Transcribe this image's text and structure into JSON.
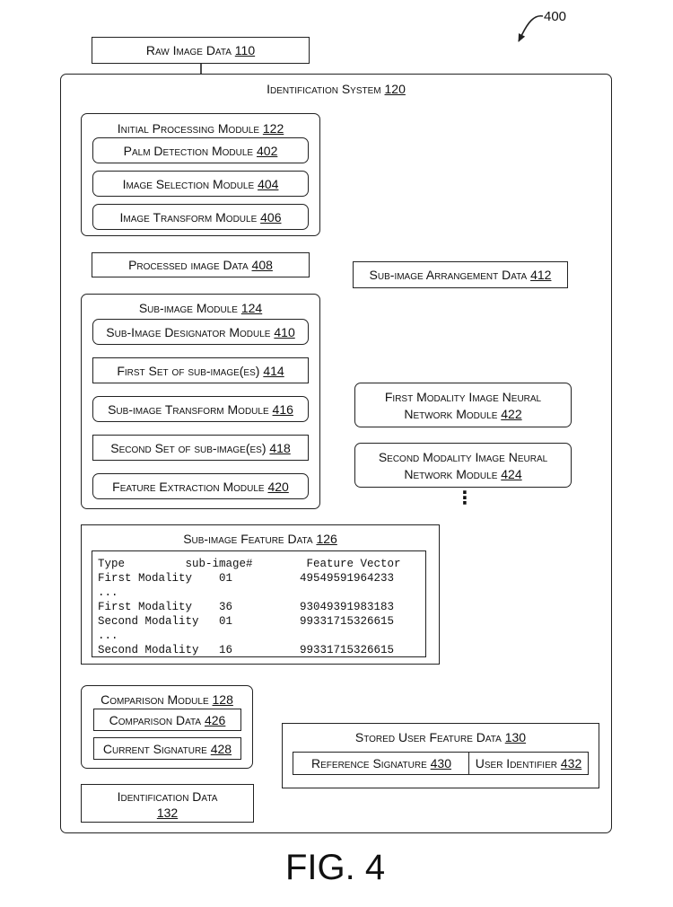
{
  "figure_ref": "400",
  "figure_caption": "FIG. 4",
  "raw_image": {
    "label": "Raw Image Data",
    "ref": "110"
  },
  "identification_system": {
    "label": "Identification System",
    "ref": "120"
  },
  "initial_processing": {
    "label": "Initial Processing Module",
    "ref": "122",
    "items": [
      {
        "label": "Palm Detection Module",
        "ref": "402"
      },
      {
        "label": "Image Selection Module",
        "ref": "404"
      },
      {
        "label": "Image Transform Module",
        "ref": "406"
      }
    ]
  },
  "processed_image": {
    "label": "Processed image Data",
    "ref": "408"
  },
  "sub_image_arrangement": {
    "label": "Sub-image Arrangement Data",
    "ref": "412"
  },
  "sub_image_module": {
    "label": "Sub-image Module",
    "ref": "124",
    "items": [
      {
        "label": "Sub-Image Designator Module",
        "ref": "410"
      },
      {
        "label": "First Set of sub-image(es)",
        "ref": "414"
      },
      {
        "label": "Sub-image Transform Module",
        "ref": "416"
      },
      {
        "label": "Second Set of sub-image(es)",
        "ref": "418"
      },
      {
        "label": "Feature Extraction Module",
        "ref": "420"
      }
    ]
  },
  "first_modality_nn": {
    "line1": "First Modality Image Neural",
    "line2": "Network Module",
    "ref": "422"
  },
  "second_modality_nn": {
    "line1": "Second Modality Image Neural",
    "line2": "Network Module",
    "ref": "424"
  },
  "ellipsis": "⋮",
  "feature_data": {
    "label": "Sub-image Feature Data",
    "ref": "126",
    "table_lines": [
      "Type         sub-image#        Feature Vector",
      "First Modality    01          49549591964233",
      "...",
      "First Modality    36          93049391983183",
      "Second Modality   01          99331715326615",
      "...",
      "Second Modality   16          99331715326615"
    ]
  },
  "comparison_module": {
    "label": "Comparison Module",
    "ref": "128",
    "items": [
      {
        "label": "Comparison Data",
        "ref": "426"
      },
      {
        "label": "Current Signature",
        "ref": "428"
      }
    ]
  },
  "stored_user": {
    "label": "Stored User Feature Data",
    "ref": "130",
    "items": [
      {
        "label": "Reference Signature",
        "ref": "430"
      },
      {
        "label": "User Identifier",
        "ref": "432"
      }
    ]
  },
  "identification_data": {
    "line1": "Identification Data",
    "ref": "132"
  }
}
